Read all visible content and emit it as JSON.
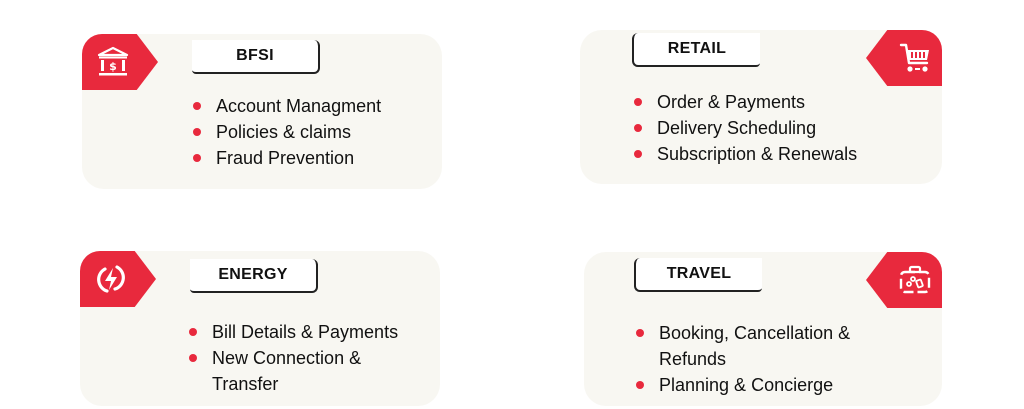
{
  "accent_color": "#e8293d",
  "card_background": "#f8f7f2",
  "cards": [
    {
      "title": "BFSI",
      "icon": "bank-icon",
      "items": [
        "Account Managment",
        "Policies & claims",
        "Fraud Prevention"
      ]
    },
    {
      "title": "RETAIL",
      "icon": "shopping-cart-icon",
      "items": [
        "Order & Payments",
        "Delivery Scheduling",
        "Subscription & Renewals"
      ]
    },
    {
      "title": "ENERGY",
      "icon": "energy-bolt-icon",
      "items": [
        "Bill Details & Payments",
        "New Connection & Transfer"
      ]
    },
    {
      "title": "TRAVEL",
      "icon": "suitcase-icon",
      "items": [
        "Booking, Cancellation & Refunds",
        "Planning & Concierge"
      ]
    }
  ]
}
